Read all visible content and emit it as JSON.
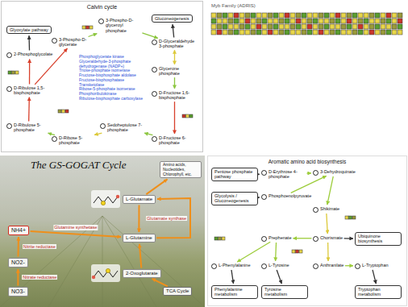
{
  "diagram": {
    "nodes": [
      {
        "text": [
          "Calvin cycle"
        ]
      },
      {
        "text": [
          "Glyoxylate pathway"
        ],
        "in": 0
      },
      {
        "text": [
          "Gluconeogenesis"
        ],
        "in": 0
      },
      {
        "text": [
          "2-Phosphoglycolate"
        ],
        "in": 0
      },
      {
        "text": [
          "3-Phospho-D-glycerate"
        ],
        "in": 0
      },
      {
        "text": [
          "3-Phospho-D-glyceroyl phosphate"
        ],
        "in": 0
      },
      {
        "text": [
          "D-Glyceraldehyde 3-phosphate"
        ],
        "in": 0
      },
      {
        "text": [
          "Glycerone phosphate"
        ],
        "in": 0
      },
      {
        "text": [
          "D-Fructose 1,6-bisphosphate"
        ],
        "in": 0
      },
      {
        "text": [
          "D-Fructose 6-phosphate"
        ],
        "in": 0
      },
      {
        "text": [
          "Sedoheptulose 7-phosphate"
        ],
        "in": 0
      },
      {
        "text": [
          "D-Ribose 5-phosphate"
        ],
        "in": 0
      },
      {
        "text": [
          "D-Ribulose 5-phosphate"
        ],
        "in": 0
      },
      {
        "text": [
          "D-Ribulose 1,5-bisphosphate"
        ],
        "in": 0
      },
      {
        "text": [
          "The GS-GOGAT Cycle"
        ]
      },
      {
        "text": [
          "Amino acids, Nucleotides, Chlorophyll, etc."
        ],
        "in": 14
      },
      {
        "text": [
          "L-Glutamate"
        ],
        "in": 14
      },
      {
        "text": [
          "NH4+"
        ],
        "in": 14
      },
      {
        "text": [
          "L-Glutamine"
        ],
        "in": 14
      },
      {
        "text": [
          "NO2-"
        ],
        "in": 14
      },
      {
        "text": [
          "2-Oxoglutarate"
        ],
        "in": 14
      },
      {
        "text": [
          "NO3-"
        ],
        "in": 14
      },
      {
        "text": [
          "TCA Cycle"
        ],
        "in": 14
      },
      {
        "text": [
          "Aromatic amino acid biosynthesis"
        ]
      },
      {
        "text": [
          "Pentose phosphate pathway"
        ],
        "in": 23
      },
      {
        "text": [
          "D-Erythrose 4-phosphate"
        ],
        "in": 23
      },
      {
        "text": [
          "3-Dehydroquinate"
        ],
        "in": 23
      },
      {
        "text": [
          "Glycolysis / Gluconeogenesis"
        ],
        "in": 23
      },
      {
        "text": [
          "Phosphoenolpyruvate"
        ],
        "in": 23
      },
      {
        "text": [
          "Shikimate"
        ],
        "in": 23
      },
      {
        "text": [
          "Chorismate"
        ],
        "in": 23
      },
      {
        "text": [
          "Ubiquinone biosynthesis"
        ],
        "in": 23
      },
      {
        "text": [
          "Prephenate"
        ],
        "in": 23
      },
      {
        "text": [
          "L-Phenylalanine"
        ],
        "in": 23
      },
      {
        "text": [
          "L-Tyrosine"
        ],
        "in": 23
      },
      {
        "text": [
          "Anthranilate"
        ],
        "in": 23
      },
      {
        "text": [
          "Phenylalanine metabolism"
        ],
        "in": 23
      },
      {
        "text": [
          "Tyrosine metabolism"
        ],
        "in": 23
      },
      {
        "text": [
          "L-Tryptophan"
        ],
        "in": 23
      },
      {
        "text": [
          "Tryptophan metabolism"
        ],
        "in": 23
      }
    ],
    "edges": [
      {
        "from": 13,
        "to": 4,
        "arrow": "to"
      },
      {
        "from": 4,
        "to": 5,
        "arrow": "to"
      },
      {
        "from": 5,
        "to": 6,
        "arrow": "to"
      },
      {
        "from": 6,
        "to": 2,
        "arrow": "to"
      },
      {
        "from": 6,
        "to": 7,
        "arrow": "both"
      },
      {
        "from": 7,
        "to": 8,
        "arrow": "to"
      },
      {
        "from": 8,
        "to": 9,
        "arrow": "to"
      },
      {
        "from": 9,
        "to": 10,
        "arrow": "to"
      },
      {
        "from": 10,
        "to": 11,
        "arrow": "to"
      },
      {
        "from": 11,
        "to": 12,
        "arrow": "to"
      },
      {
        "from": 12,
        "to": 13,
        "arrow": "to"
      },
      {
        "from": 13,
        "to": 3,
        "arrow": "to"
      },
      {
        "from": 3,
        "to": 1,
        "arrow": "to"
      },
      {
        "from": 21,
        "to": 19,
        "arrow": "to",
        "label": "Nitrate reductase"
      },
      {
        "from": 19,
        "to": 17,
        "arrow": "to",
        "label": "Nitrite reductase"
      },
      {
        "from": 17,
        "to": 18,
        "arrow": "to",
        "label": "Glutamine synthetase"
      },
      {
        "from": 16,
        "to": 18,
        "arrow": "to"
      },
      {
        "from": 18,
        "to": 16,
        "arrow": "to",
        "label": "Glutamate synthase"
      },
      {
        "from": 20,
        "to": 18,
        "arrow": "to"
      },
      {
        "from": 22,
        "to": 20,
        "arrow": "to"
      },
      {
        "from": 16,
        "to": 15,
        "arrow": "to"
      },
      {
        "from": 24,
        "to": 25,
        "arrow": "to"
      },
      {
        "from": 27,
        "to": 28,
        "arrow": "to"
      },
      {
        "from": 25,
        "to": 26,
        "arrow": "to"
      },
      {
        "from": 28,
        "to": 26,
        "arrow": "to"
      },
      {
        "from": 26,
        "to": 29,
        "arrow": "to"
      },
      {
        "from": 29,
        "to": 30,
        "arrow": "to"
      },
      {
        "from": 30,
        "to": 31,
        "arrow": "to"
      },
      {
        "from": 30,
        "to": 32,
        "arrow": "to"
      },
      {
        "from": 30,
        "to": 35,
        "arrow": "to"
      },
      {
        "from": 32,
        "to": 33,
        "arrow": "to"
      },
      {
        "from": 32,
        "to": 34,
        "arrow": "to"
      },
      {
        "from": 33,
        "to": 36,
        "arrow": "to"
      },
      {
        "from": 34,
        "to": 37,
        "arrow": "to"
      },
      {
        "from": 35,
        "to": 38,
        "arrow": "to"
      },
      {
        "from": 38,
        "to": 39,
        "arrow": "to"
      }
    ],
    "labels": [
      "Myb Family (ADRIS)",
      "Phosphoglycerate kinase",
      "Glyceraldehyde-3-phosphate dehydrogenase (NADP+)",
      "Triose-phosphate isomerase",
      "Fructose-bisphosphate aldolase",
      "Fructose-bisphosphatase",
      "Transketolase",
      "Ribose-5-phosphate isomerase",
      "Phosphoribulokinase",
      "Ribulose-bisphosphate carboxylase"
    ]
  }
}
